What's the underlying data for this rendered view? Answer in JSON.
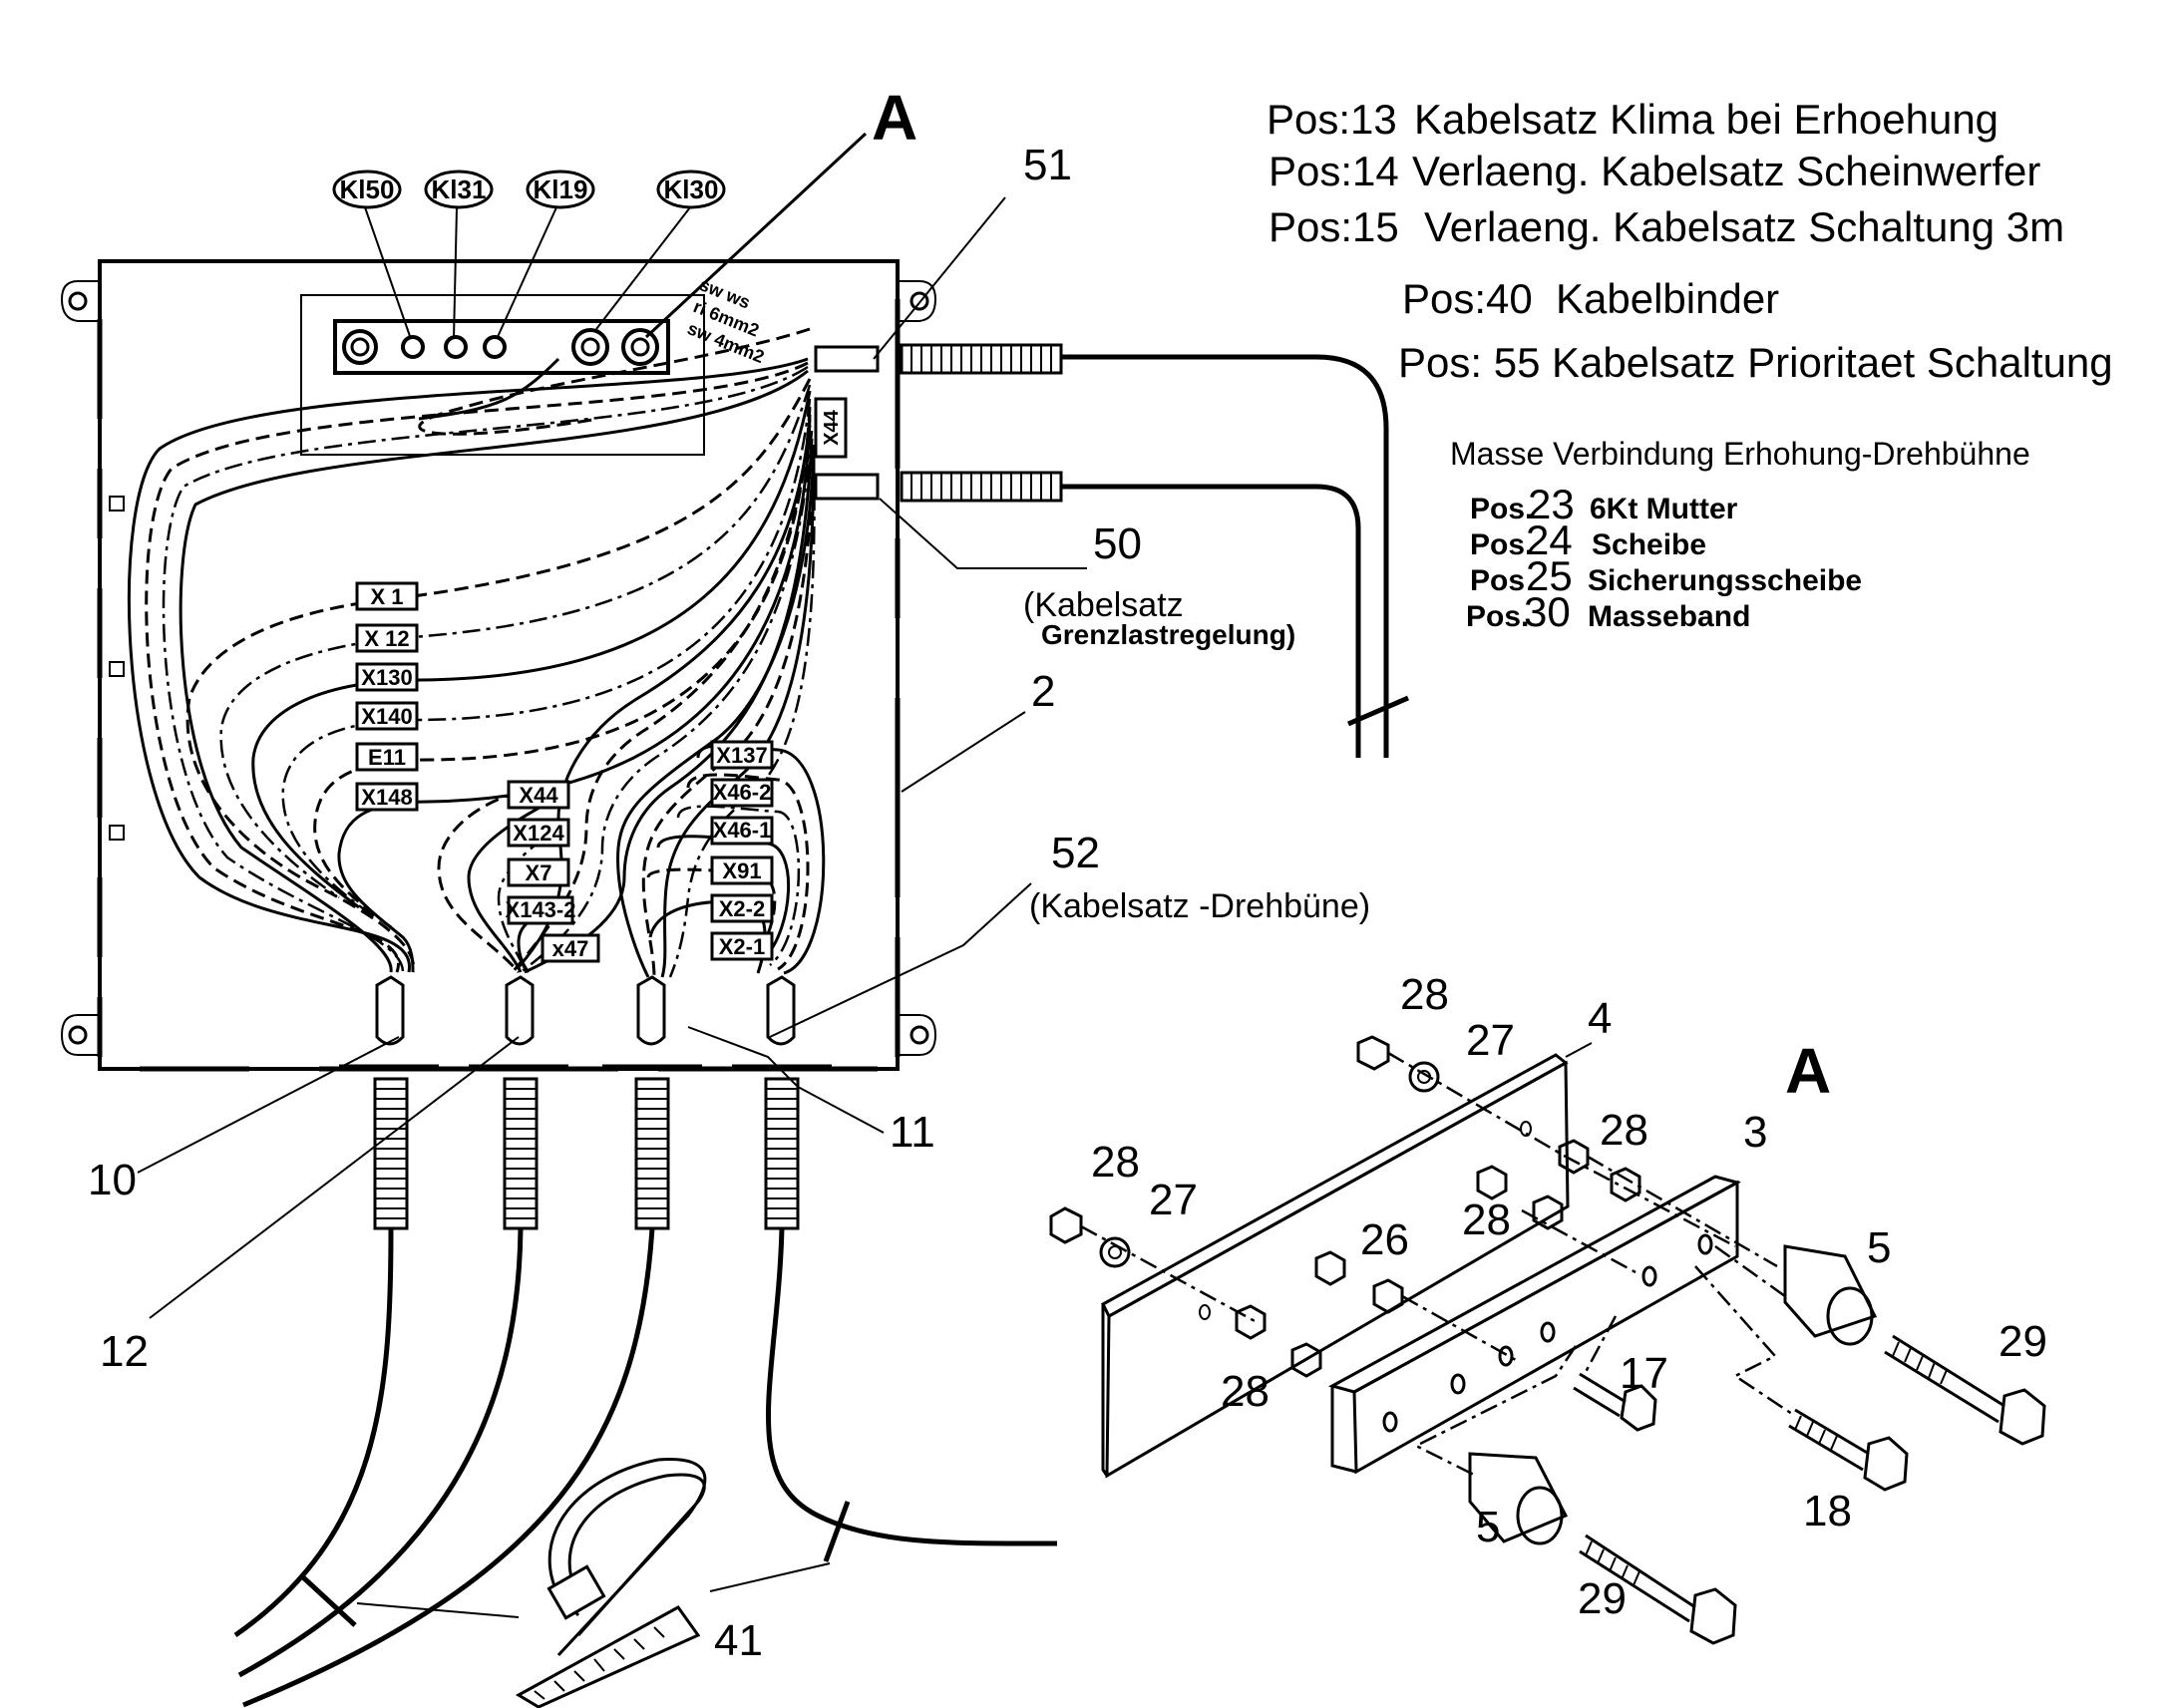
{
  "detail_label": "A",
  "terminals": [
    "Kl50",
    "Kl31",
    "Kl19",
    "Kl30"
  ],
  "wire_notes": [
    "sw ws",
    "ri 6mm2",
    "sw 4mm2"
  ],
  "connectors_left": [
    "X 1",
    "X 12",
    "X130",
    "X140",
    "E11",
    "X148"
  ],
  "connectors_mid": [
    "X44",
    "X124",
    "X7",
    "X143-2",
    "x47"
  ],
  "connectors_right": [
    "X137",
    "X46-2",
    "X46-1",
    "X91",
    "X2-2",
    "X2-1"
  ],
  "connector_side": "X44",
  "callouts": {
    "c51": "51",
    "c50": "50",
    "c2": "2",
    "c52": "52",
    "c10": "10",
    "c11": "11",
    "c12": "12",
    "c41": "41"
  },
  "notes": {
    "kabelsatz_grenz_1": "(Kabelsatz",
    "kabelsatz_grenz_2": "Grenzlastregelung)",
    "kabelsatz_dreh": "(Kabelsatz -Drehbüne)"
  },
  "legend": [
    {
      "pos": "Pos:13",
      "text": "Kabelsatz Klima bei Erhoehung"
    },
    {
      "pos": "Pos:14",
      "text": "Verlaeng. Kabelsatz Scheinwerfer"
    },
    {
      "pos": "Pos:15",
      "text": "Verlaeng. Kabelsatz Schaltung 3m"
    },
    {
      "pos": "Pos:40",
      "text": "Kabelbinder"
    },
    {
      "pos": "Pos: 55",
      "text": "Kabelsatz Prioritaet Schaltung"
    }
  ],
  "masse_title": "Masse Verbindung Erhohung-Drehbühne",
  "masse_items": [
    {
      "pos": "Pos.",
      "num": "23",
      "text": "6Kt Mutter"
    },
    {
      "pos": "Pos.",
      "num": "24",
      "text": "Scheibe"
    },
    {
      "pos": "Pos",
      "num": "25",
      "text": "Sicherungsscheibe"
    },
    {
      "pos": "Pos.",
      "num": "30",
      "text": "Masseband"
    }
  ],
  "detail_callouts": {
    "d28a": "28",
    "d27a": "27",
    "d4": "4",
    "d28b": "28",
    "d3": "3",
    "d28c": "28",
    "d27b": "27",
    "d28d": "28",
    "d26": "26",
    "d5a": "5",
    "d29a": "29",
    "d17": "17",
    "d28e": "28",
    "d18": "18",
    "d5b": "5",
    "d29b": "29"
  }
}
